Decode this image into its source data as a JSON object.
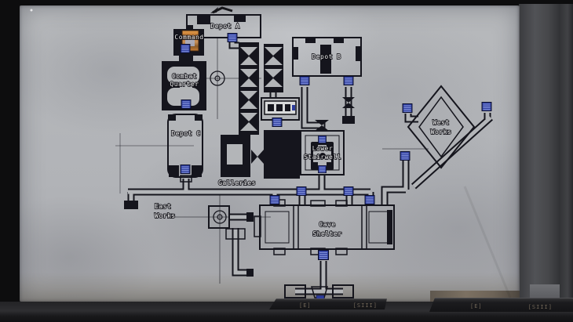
{
  "map": {
    "labels": {
      "depot_a": "Depot A",
      "command": "Command",
      "combat_quarter_1": "Combat",
      "combat_quarter_2": "Quarter",
      "depot_b": "Depot B",
      "depot_c": "Depot C",
      "west_works_1": "West",
      "west_works_2": "Works",
      "lower_stairwell_1": "Lower",
      "lower_stairwell_2": "Stairwell",
      "galleries": "Galleries",
      "east_works_1": "East",
      "east_works_2": "Works",
      "cave_shelter_1": "Cave",
      "cave_shelter_2": "Shelter"
    },
    "colors": {
      "paper": "#b5b7ba",
      "ink": "#15151d",
      "ladder_blue": "#2d3c9c",
      "ladder_hatch": "#97a6ea",
      "label_text": "#ededed",
      "command_marker_orange": "#c07a35"
    }
  },
  "hud": {
    "slots": [
      "[E]",
      "[SIII]",
      "[E]",
      "[SIII]"
    ]
  }
}
